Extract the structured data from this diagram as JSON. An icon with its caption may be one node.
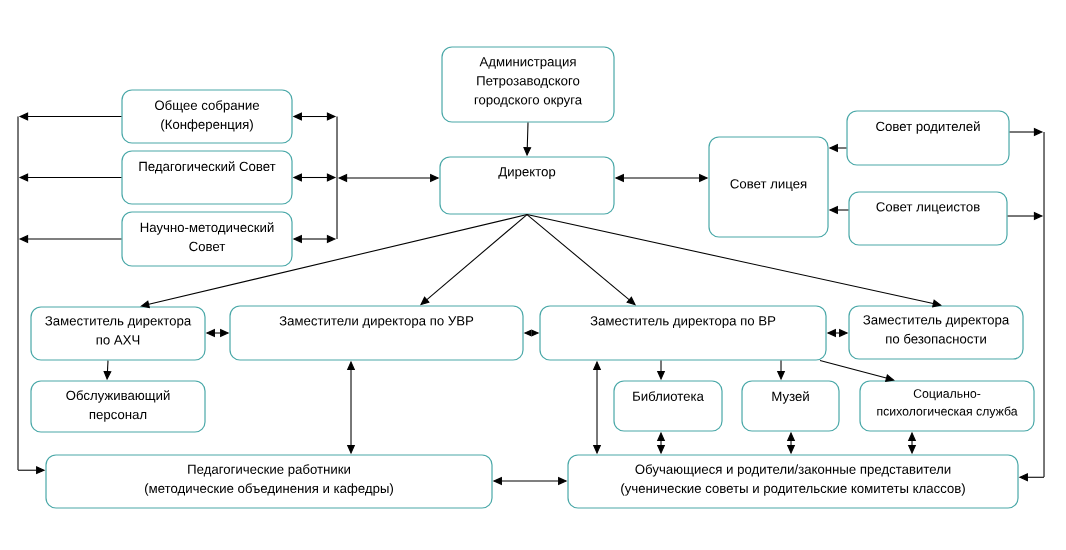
{
  "diagram": {
    "nodes": [
      {
        "text": [
          "Администрация Петрозаводского городского округа"
        ]
      },
      {
        "text": [
          "Общее собрание (Конференция)"
        ]
      },
      {
        "text": [
          "Педагогический Совет"
        ]
      },
      {
        "text": [
          "Научно-методический Совет"
        ]
      },
      {
        "text": [
          "Директор"
        ]
      },
      {
        "text": [
          "Совет лицея"
        ]
      },
      {
        "text": [
          "Совет родителей"
        ]
      },
      {
        "text": [
          "Совет лицеистов"
        ]
      },
      {
        "text": [
          "Заместитель директора по АХЧ"
        ]
      },
      {
        "text": [
          "Заместители директора по УВР"
        ]
      },
      {
        "text": [
          "Заместитель директора по ВР"
        ]
      },
      {
        "text": [
          "Заместитель директора по безопасности"
        ]
      },
      {
        "text": [
          "Обслуживающий персонал"
        ]
      },
      {
        "text": [
          "Библиотека"
        ]
      },
      {
        "text": [
          "Музей"
        ]
      },
      {
        "text": [
          "Социально-психологическая служба"
        ]
      },
      {
        "text": [
          "Педагогические работники (методические объединения и кафедры)"
        ]
      },
      {
        "text": [
          "Обучающиеся и родители/законные представители (ученические советы и родительские комитеты классов)"
        ]
      },
      {
        "text": [],
        "shape": "bar"
      },
      {
        "text": [],
        "shape": "bar"
      },
      {
        "text": [],
        "shape": "bar"
      }
    ],
    "edges": [
      {
        "from": 0,
        "to": 4,
        "arrow": "to"
      },
      {
        "from": 1,
        "to": 19,
        "arrow": "both"
      },
      {
        "from": 2,
        "to": 19,
        "arrow": "both"
      },
      {
        "from": 3,
        "to": 19,
        "arrow": "both"
      },
      {
        "from": 19,
        "to": 4,
        "arrow": "both"
      },
      {
        "from": 1,
        "to": 18,
        "arrow": "to"
      },
      {
        "from": 2,
        "to": 18,
        "arrow": "to"
      },
      {
        "from": 3,
        "to": 18,
        "arrow": "to"
      },
      {
        "from": 18,
        "to": 16,
        "arrow": "to"
      },
      {
        "from": 4,
        "to": 5,
        "arrow": "both"
      },
      {
        "from": 6,
        "to": 5,
        "arrow": "to"
      },
      {
        "from": 7,
        "to": 5,
        "arrow": "to"
      },
      {
        "from": 6,
        "to": 20,
        "arrow": "to"
      },
      {
        "from": 7,
        "to": 20,
        "arrow": "to"
      },
      {
        "from": 20,
        "to": 17,
        "arrow": "to"
      },
      {
        "from": 4,
        "to": 8,
        "arrow": "to"
      },
      {
        "from": 4,
        "to": 9,
        "arrow": "to"
      },
      {
        "from": 4,
        "to": 10,
        "arrow": "to"
      },
      {
        "from": 4,
        "to": 11,
        "arrow": "to"
      },
      {
        "from": 8,
        "to": 9,
        "arrow": "both"
      },
      {
        "from": 9,
        "to": 10,
        "arrow": "both"
      },
      {
        "from": 10,
        "to": 11,
        "arrow": "both"
      },
      {
        "from": 8,
        "to": 12,
        "arrow": "to"
      },
      {
        "from": 9,
        "to": 16,
        "arrow": "both"
      },
      {
        "from": 10,
        "to": 17,
        "arrow": "both"
      },
      {
        "from": 10,
        "to": 13,
        "arrow": "to"
      },
      {
        "from": 10,
        "to": 14,
        "arrow": "to"
      },
      {
        "from": 10,
        "to": 15,
        "arrow": "to"
      },
      {
        "from": 13,
        "to": 17,
        "arrow": "both"
      },
      {
        "from": 14,
        "to": 17,
        "arrow": "both"
      },
      {
        "from": 15,
        "to": 17,
        "arrow": "both"
      },
      {
        "from": 16,
        "to": 17,
        "arrow": "both"
      }
    ]
  }
}
